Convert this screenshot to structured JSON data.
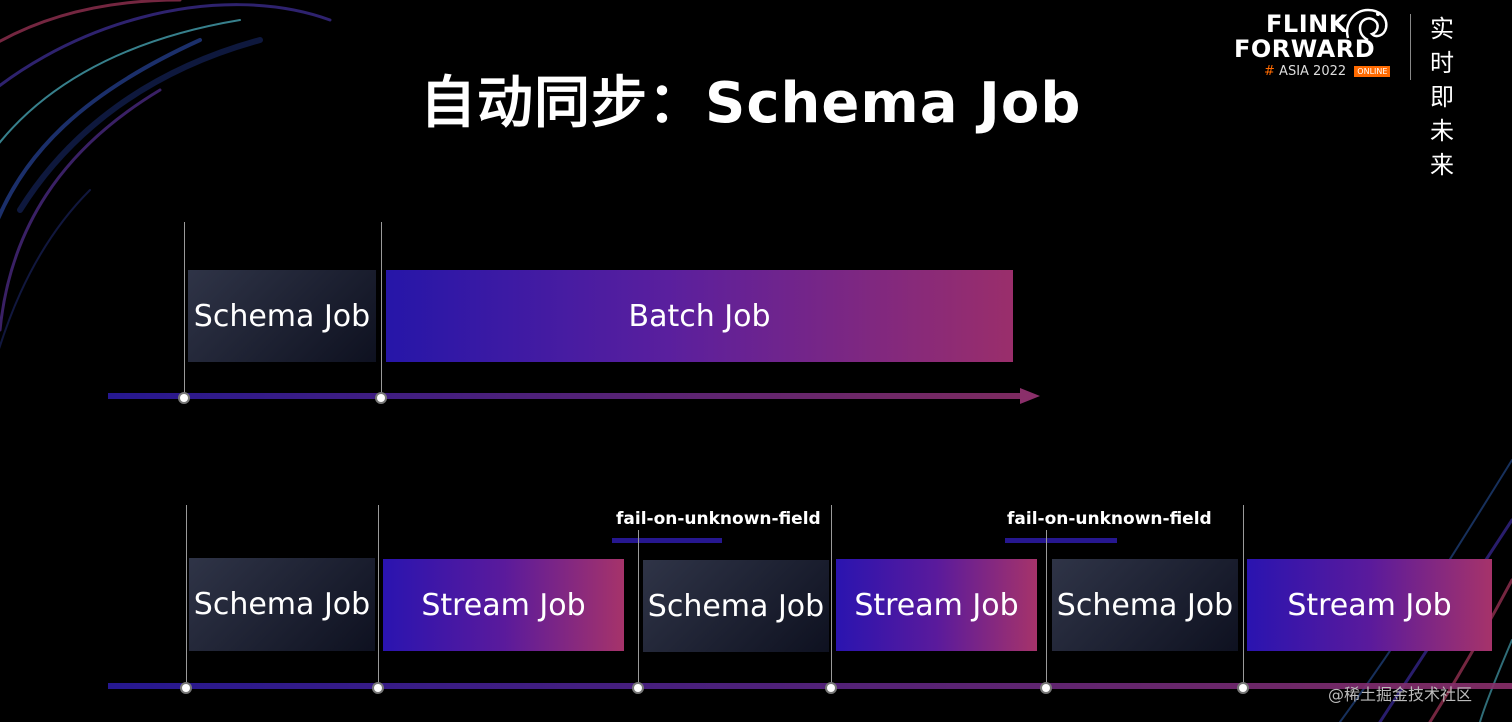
{
  "title": "自动同步：Schema Job",
  "logo": {
    "line1": "FLINK",
    "line2": "FORWARD",
    "hash": "#",
    "event": "ASIA 2022",
    "badge": "ONLINE",
    "cn_line1": "实时即",
    "cn_line2": "未来"
  },
  "timeline_top": {
    "blocks": [
      {
        "label": "Schema Job",
        "type": "schema"
      },
      {
        "label": "Batch Job",
        "type": "batch"
      }
    ]
  },
  "timeline_bottom": {
    "blocks": [
      {
        "label": "Schema Job",
        "type": "schema"
      },
      {
        "label": "Stream Job",
        "type": "stream"
      },
      {
        "label": "Schema Job",
        "type": "schema"
      },
      {
        "label": "Stream Job",
        "type": "stream"
      },
      {
        "label": "Schema Job",
        "type": "schema"
      },
      {
        "label": "Stream Job",
        "type": "stream"
      }
    ],
    "annotations": [
      "fail-on-unknown-field",
      "fail-on-unknown-field"
    ]
  },
  "watermark": "@稀土掘金技术社区",
  "colors": {
    "background": "#000000",
    "accent_blue": "#2a14b0",
    "accent_pink": "#a6336a",
    "logo_orange": "#ff6a00"
  }
}
